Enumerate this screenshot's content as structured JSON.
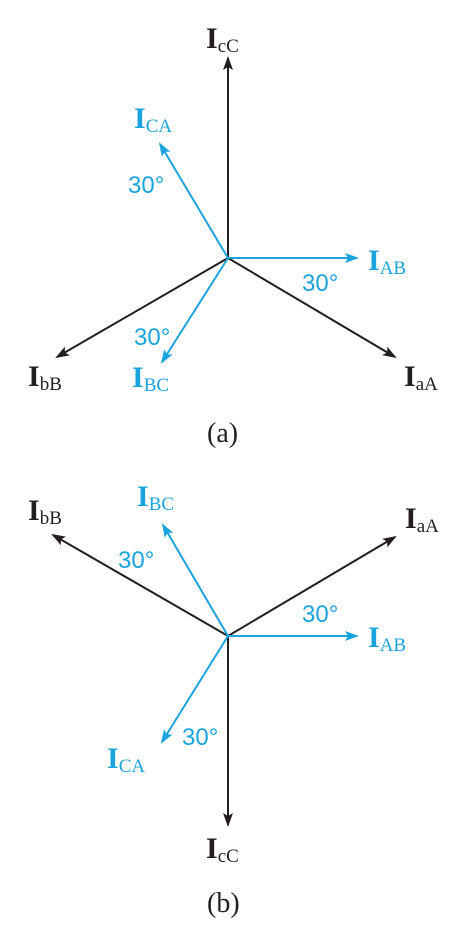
{
  "colors": {
    "line_current": "#231f20",
    "phase_current": "#1aa3dc"
  },
  "diagrams": [
    {
      "caption": "(a)",
      "labels": {
        "IcC": {
          "main": "I",
          "sub": "cC"
        },
        "IaA": {
          "main": "I",
          "sub": "aA"
        },
        "IbB": {
          "main": "I",
          "sub": "bB"
        },
        "IAB": {
          "main": "I",
          "sub": "AB"
        },
        "ICA": {
          "main": "I",
          "sub": "CA"
        },
        "IBC": {
          "main": "I",
          "sub": "BC"
        }
      },
      "angles": [
        "30°",
        "30°",
        "30°"
      ]
    },
    {
      "caption": "(b)",
      "labels": {
        "IcC": {
          "main": "I",
          "sub": "cC"
        },
        "IaA": {
          "main": "I",
          "sub": "aA"
        },
        "IbB": {
          "main": "I",
          "sub": "bB"
        },
        "IAB": {
          "main": "I",
          "sub": "AB"
        },
        "IBC": {
          "main": "I",
          "sub": "BC"
        },
        "ICA": {
          "main": "I",
          "sub": "CA"
        }
      },
      "angles": [
        "30°",
        "30°",
        "30°"
      ]
    }
  ]
}
